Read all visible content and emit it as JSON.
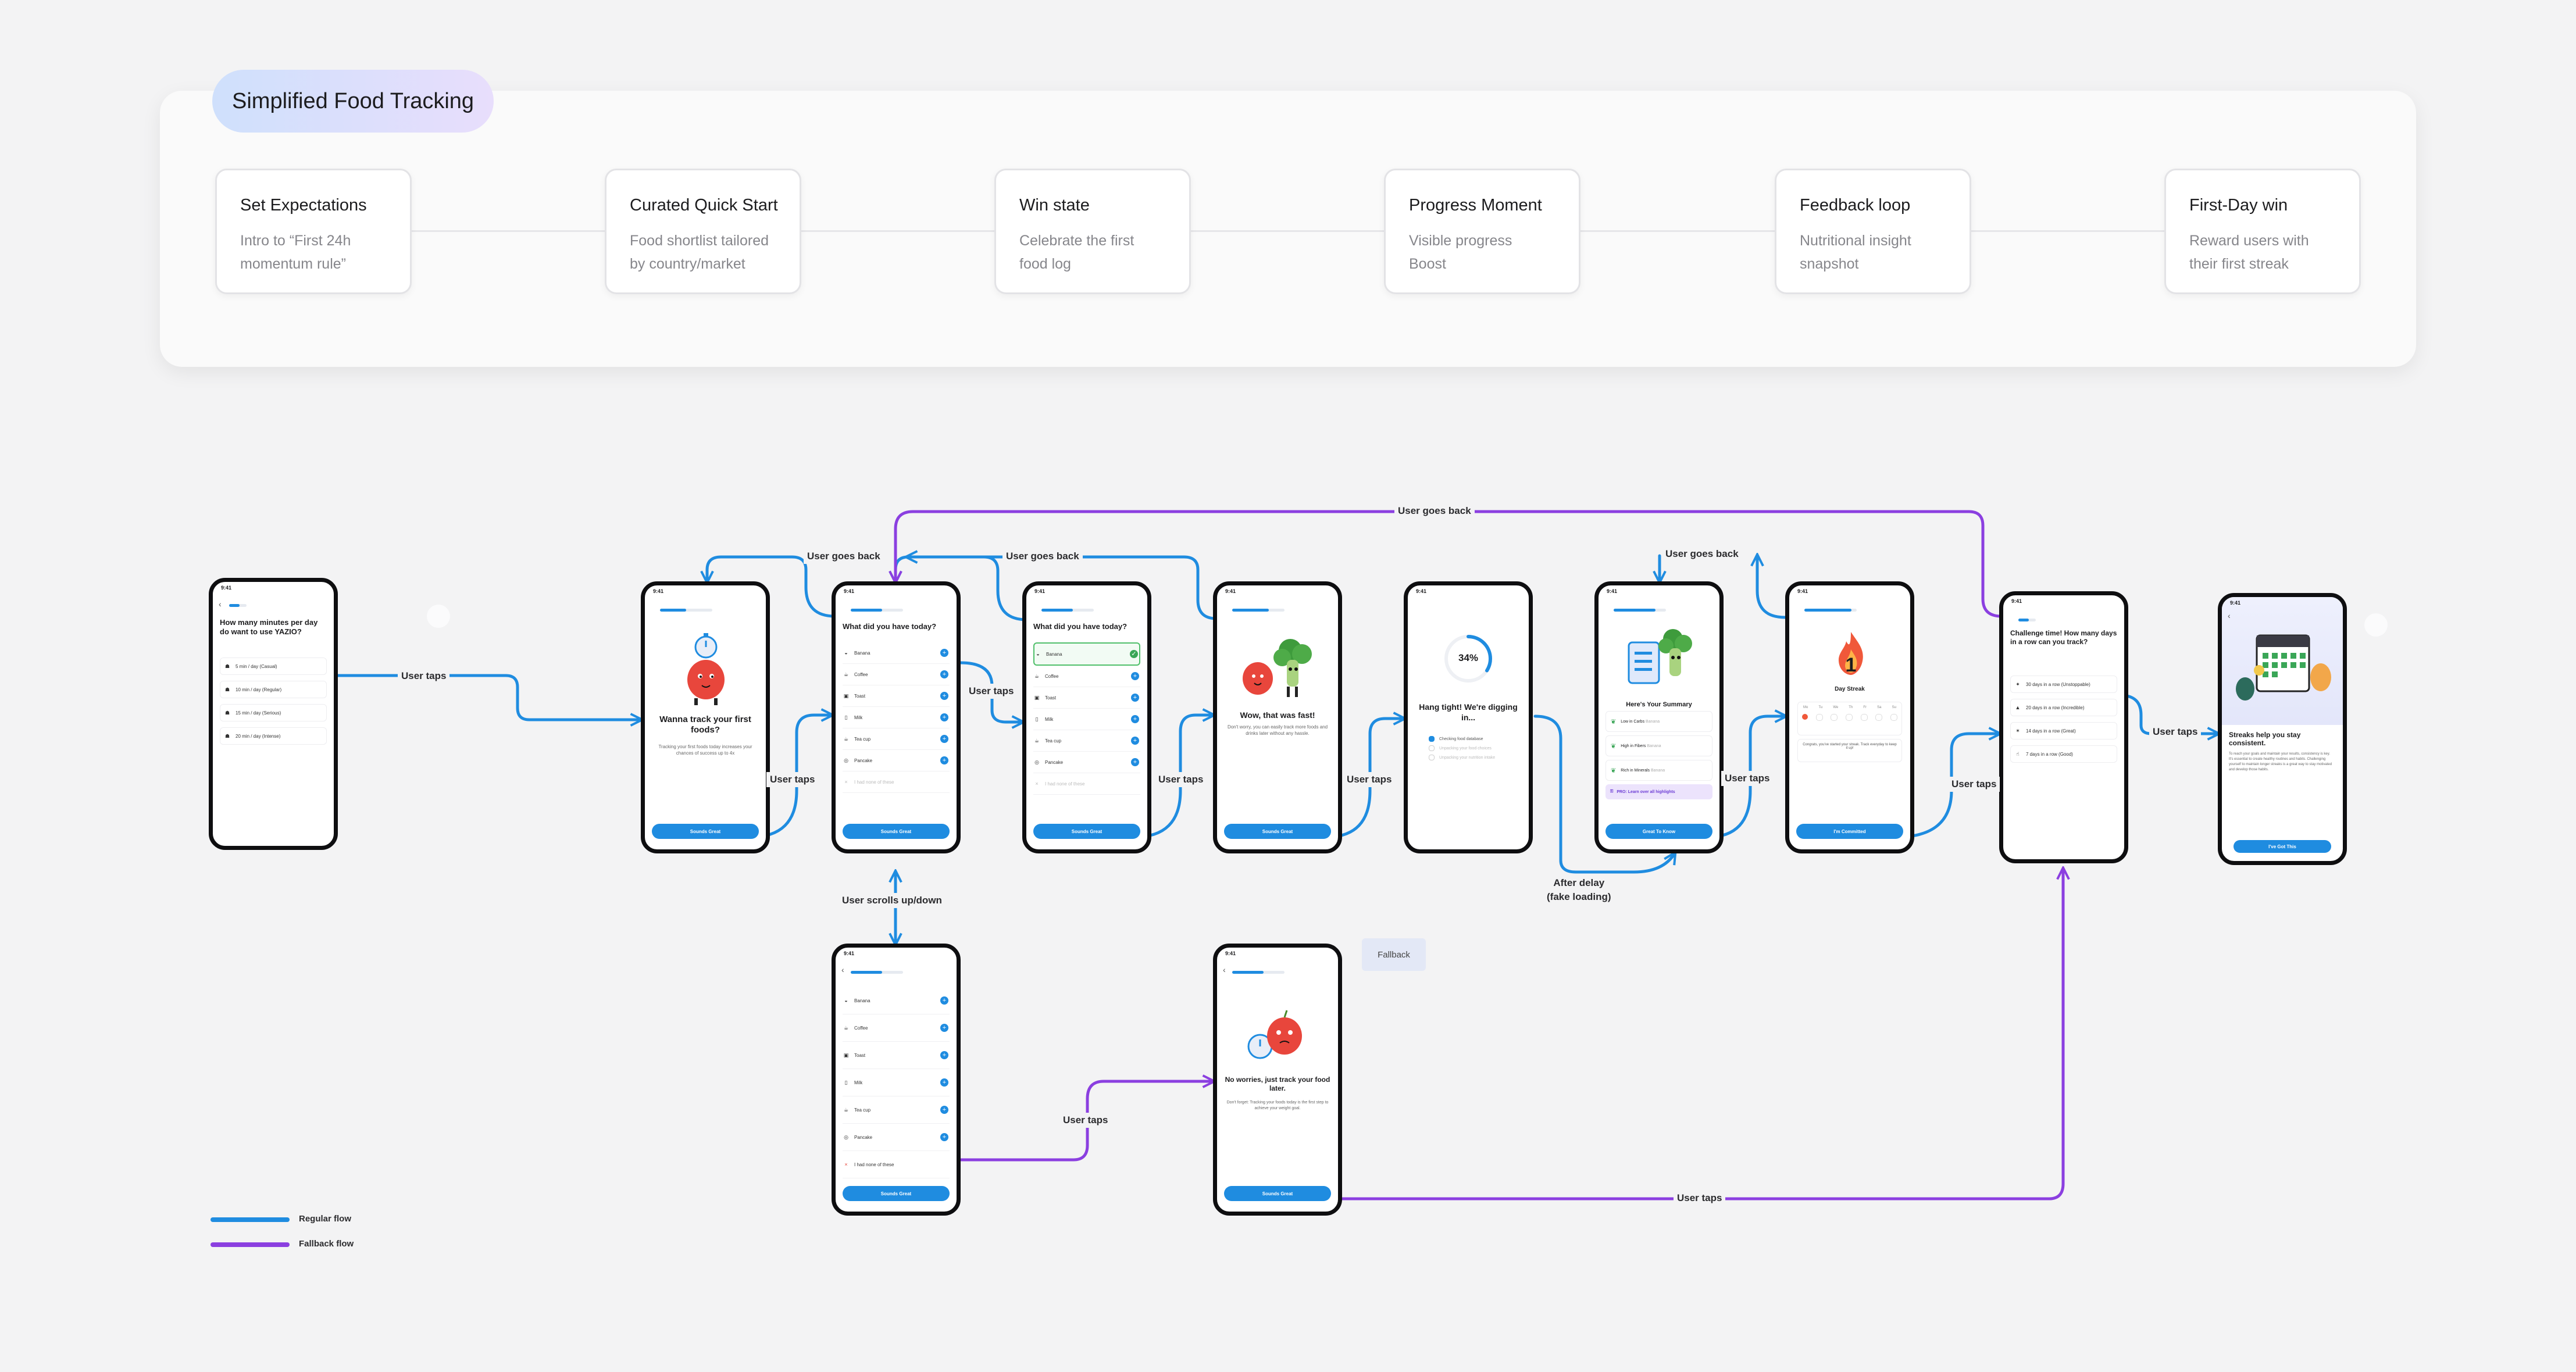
{
  "journey": {
    "title": "Simplified Food Tracking",
    "stages": [
      {
        "title": "Set Expectations",
        "desc1": "Intro to “First 24h",
        "desc2": "momentum rule”"
      },
      {
        "title": "Curated Quick Start",
        "desc1": "Food shortlist tailored",
        "desc2": "by country/market"
      },
      {
        "title": "Win state",
        "desc1": "Celebrate the first",
        "desc2": "food log"
      },
      {
        "title": "Progress Moment",
        "desc1": "Visible progress",
        "desc2": "Boost"
      },
      {
        "title": "Feedback loop",
        "desc1": "Nutritional insight",
        "desc2": "snapshot"
      },
      {
        "title": "First-Day win",
        "desc1": "Reward users with",
        "desc2": "their first streak"
      }
    ]
  },
  "flow_labels": {
    "user_taps": "User taps",
    "user_goes_back": "User goes back",
    "user_scrolls": "User scrolls up/down",
    "after_delay_1": "After delay",
    "after_delay_2": "(fake loading)",
    "fallback": "Fallback"
  },
  "legend": {
    "regular": {
      "label": "Regular flow",
      "color": "#1f8ce0"
    },
    "fallback": {
      "label": "Fallback flow",
      "color": "#8b3fe0"
    }
  },
  "colors": {
    "regular": "#1f8ce0",
    "fallback": "#8b3fe0",
    "accent_green": "#3aa657"
  },
  "phone_common": {
    "time": "9:41",
    "status": "▮▮ ≡ ▬",
    "cta": "Sounds Great"
  },
  "screens": {
    "minutes": {
      "question": "How many minutes per day do want to use YAZIO?",
      "options": [
        {
          "icon": "walk-icon",
          "label": "5 min / day (Casual)"
        },
        {
          "icon": "run-icon",
          "label": "10 min / day (Regular)"
        },
        {
          "icon": "run-icon",
          "label": "15 min / day (Serious)"
        },
        {
          "icon": "sprint-icon",
          "label": "20 min / day (Intense)"
        }
      ]
    },
    "wanna_track": {
      "title": "Wanna track your first foods?",
      "body": "Tracking your first foods today increases your chances of success up to 4x"
    },
    "foods": {
      "title": "What did you have today?",
      "items": [
        {
          "icon": "banana-icon",
          "glyph": "◒",
          "label": "Banana"
        },
        {
          "icon": "coffee-icon",
          "glyph": "☕",
          "label": "Coffee"
        },
        {
          "icon": "toast-icon",
          "glyph": "▣",
          "label": "Toast"
        },
        {
          "icon": "milk-icon",
          "glyph": "▯",
          "label": "Milk"
        },
        {
          "icon": "tea-icon",
          "glyph": "☕",
          "label": "Tea cup"
        },
        {
          "icon": "pancake-icon",
          "glyph": "◎",
          "label": "Pancake"
        }
      ],
      "none_label": "I had none of these"
    },
    "fast": {
      "title": "Wow, that was fast!",
      "body": "Don't worry, you can easily track more foods and drinks later without any hassle."
    },
    "loading": {
      "percent": "34%",
      "title": "Hang tight! We're digging in...",
      "steps": [
        "Checking food database",
        "Unpacking your food choices",
        "Unpacking your nutrition intake"
      ]
    },
    "summary": {
      "title": "Here's Your Summary",
      "rows": [
        {
          "label": "Low in Carbs",
          "sub": "Banana"
        },
        {
          "label": "High in Fibers",
          "sub": "Banana"
        },
        {
          "label": "Rich in Minerals",
          "sub": "Banana"
        }
      ],
      "pro": "PRO: Learn over all highlights",
      "cta": "Great To Know"
    },
    "streak": {
      "count": "1",
      "title": "Day Streak",
      "days": [
        "Mo",
        "Tu",
        "We",
        "Th",
        "Fr",
        "Sa",
        "Su"
      ],
      "body": "Congrats, you've started your streak. Track everyday to keep it up!",
      "cta": "I'm Committed"
    },
    "challenge": {
      "title": "Challenge time! How many days in a row can you track?",
      "options": [
        {
          "icon": "muscle-icon",
          "glyph": "✦",
          "label": "30 days in a row (Unstoppable)"
        },
        {
          "icon": "chart-icon",
          "glyph": "▲",
          "label": "20 days in a row (Incredible)"
        },
        {
          "icon": "fire-icon",
          "glyph": "✶",
          "label": "14 days in a row (Great)"
        },
        {
          "icon": "thumbs-up-icon",
          "glyph": "☝",
          "label": "7 days in a row (Good)"
        }
      ]
    },
    "streaks_help": {
      "title": "Streaks help you stay consistent.",
      "body": "To reach your goals and maintain your results, consistency is key. It's essential to create healthy routines and habits. Challenging yourself to maintain longer streaks is a great way to stay motivated and develop those habits.",
      "cta": "I've Got This"
    },
    "fallback": {
      "title": "No worries, just track your food later.",
      "body": "Don't forget: Tracking your foods today is the first step to achieve your weight goal."
    }
  }
}
